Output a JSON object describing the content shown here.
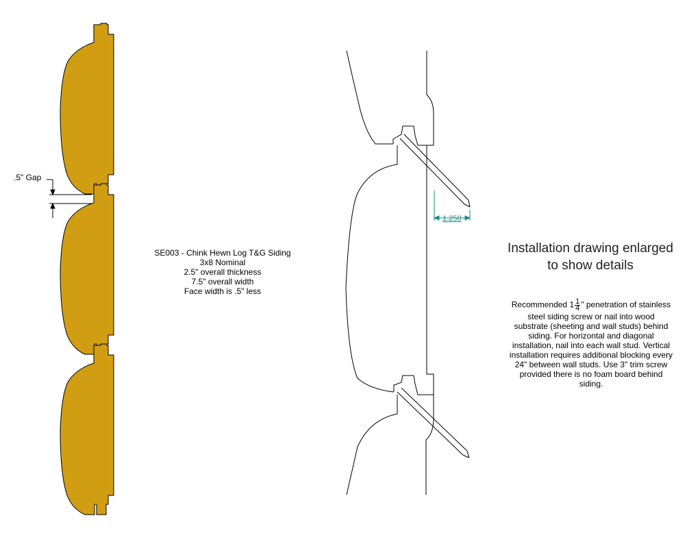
{
  "left_profile": {
    "fill_color": "#D19E13",
    "gap_label": ".5\" Gap"
  },
  "product_info": {
    "lines": [
      "SE003 - Chink Hewn Log T&G Siding",
      "3x8 Nominal",
      "2.5\" overall thickness",
      "7.5\" overall width",
      "Face width is .5\" less"
    ]
  },
  "installation": {
    "title_lines": [
      "Installation drawing enlarged",
      "to show details"
    ],
    "dimension_label": "1.250",
    "dimension_color": "#1B8C8C",
    "recommendation": {
      "prefix": "Recommended 1",
      "fraction_numerator": "1",
      "fraction_denominator": "4",
      "first_line_suffix": "\" penetration of stainless",
      "lines": [
        "steel siding screw or nail into wood",
        "substrate (sheeting and wall studs) behind",
        "siding.  For horizontal and diagonal",
        "installation, nail into each wall stud.  Vertical",
        "installation requires additional blocking every",
        "24\" between wall studs.  Use 3\" trim screw",
        "provided there is no foam board behind",
        "siding."
      ]
    }
  }
}
